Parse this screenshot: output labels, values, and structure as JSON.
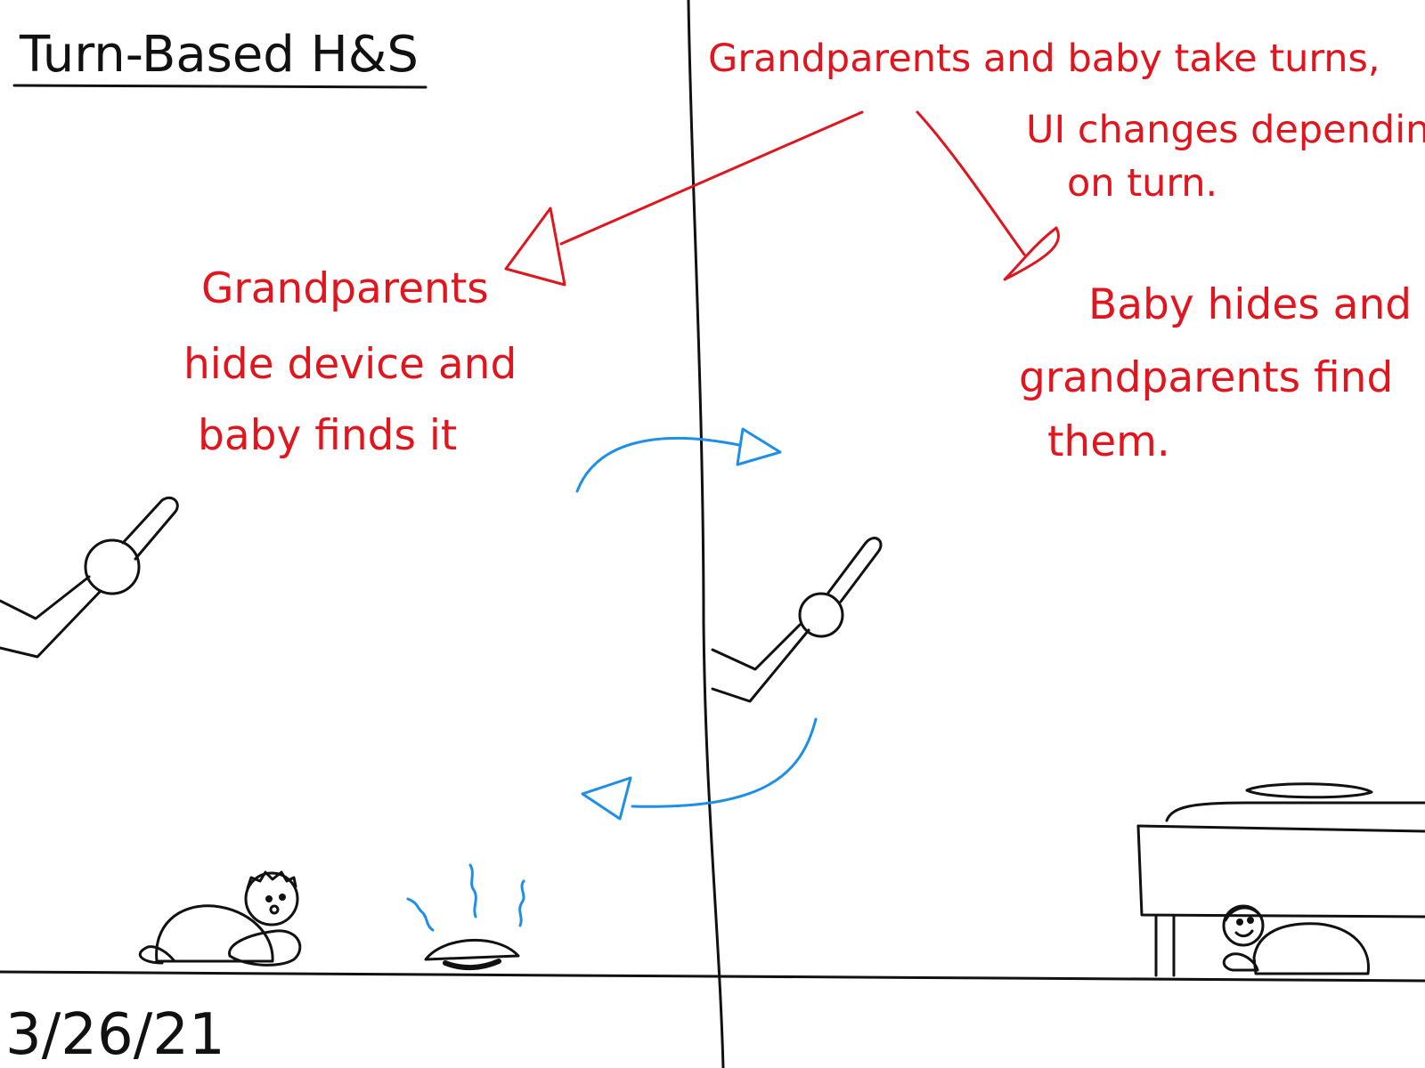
{
  "title": "Turn-Based H&S",
  "top_note": [
    "Grandparents and baby take turns,",
    "UI changes depending",
    "on turn."
  ],
  "left_note": [
    "Grandparents",
    "hide device and",
    "baby finds it"
  ],
  "right_note": [
    "Baby hides and",
    "grandparents find",
    "them."
  ],
  "date": "3/26/21",
  "colors": {
    "ink": "#111111",
    "annotation": "#e0151d",
    "turn_arrow": "#1e8fe6",
    "background": "#ffffff"
  }
}
